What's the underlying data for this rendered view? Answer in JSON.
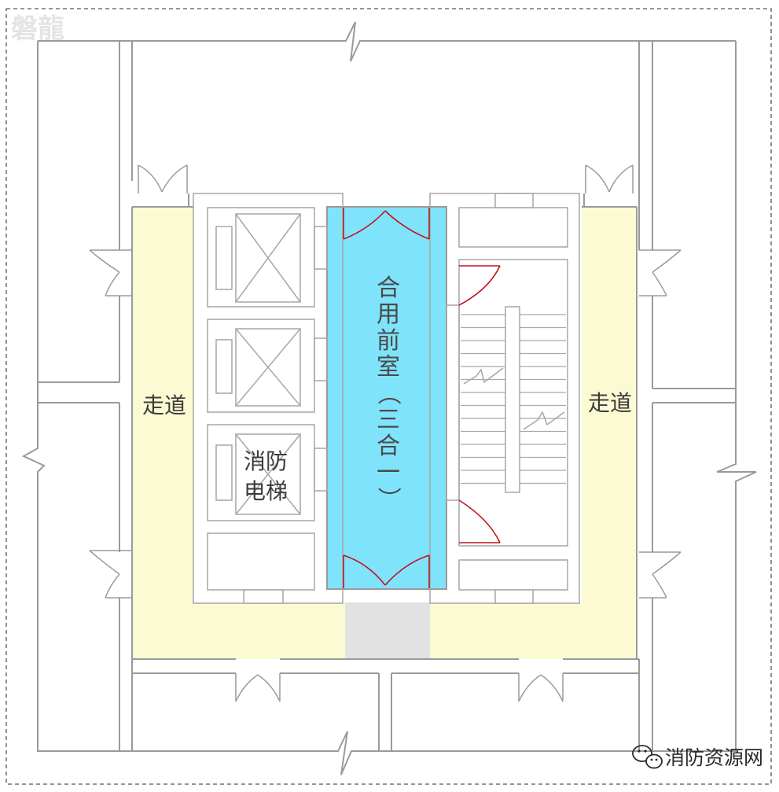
{
  "logo": {
    "text": "磐龍"
  },
  "rooms": {
    "corridor_left": "走道",
    "corridor_right": "走道",
    "fire_elevator_line1": "消防",
    "fire_elevator_line2": "电梯",
    "lobby_chars": [
      "合",
      "用",
      "前",
      "室",
      "（",
      "三",
      "合",
      "一",
      "）"
    ]
  },
  "watermark": {
    "text": "消防资源网",
    "icon": "wechat-icon"
  },
  "colors": {
    "corridor": "#fbfad2",
    "lobby": "#7fe3fb",
    "threshold": "#e2e2e2",
    "walls": "#9a9a9a",
    "fire_door": "#c0141c"
  }
}
